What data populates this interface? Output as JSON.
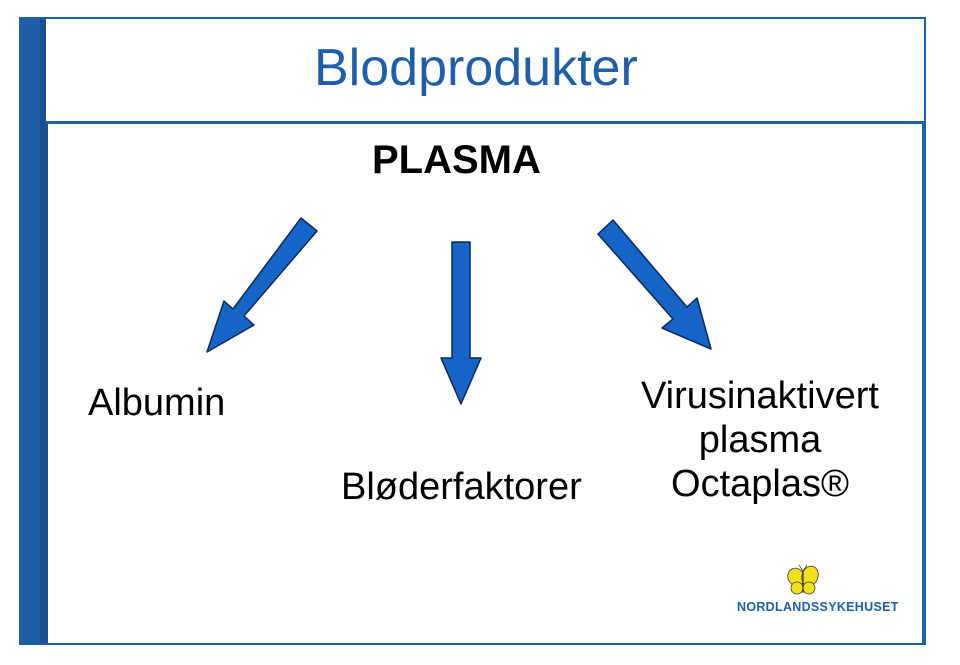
{
  "slide": {
    "title": "Blodprodukter",
    "subtitle": "PLASMA"
  },
  "products": {
    "albumin": "Albumin",
    "bloderfaktorer": "Bløderfaktorer",
    "virus_line1": "Virusinaktivert",
    "virus_line2": "plasma",
    "virus_line3": "Octaplas®"
  },
  "logo": {
    "text": "NORDLANDSSYKEHUSET",
    "icon": "butterfly-icon"
  },
  "colors": {
    "accent": "#1f5ea8",
    "arrow": "#1565c8",
    "logo_yellow": "#f2e01a"
  }
}
